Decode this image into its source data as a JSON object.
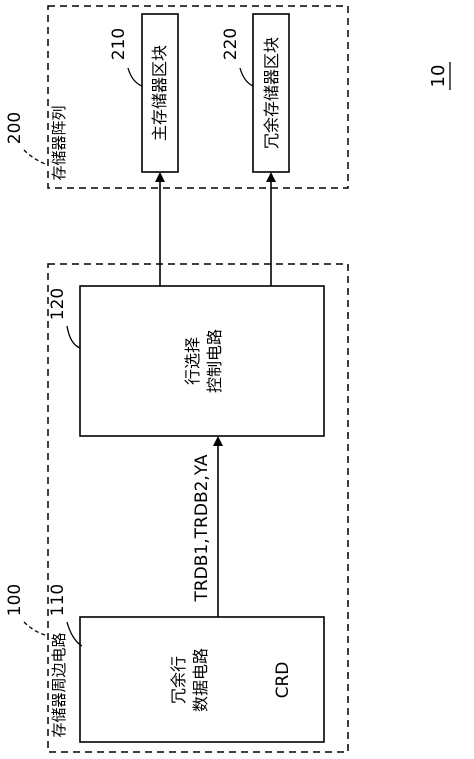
{
  "figure_number": "10",
  "peripheral_circuit": {
    "ref": "100",
    "label": "存储器周边电路"
  },
  "redundant_row_data_circuit": {
    "ref": "110",
    "line1": "冗余行",
    "line2": "数据电路",
    "abbr": "CRD"
  },
  "row_select_control_circuit": {
    "ref": "120",
    "line1": "行选择",
    "line2": "控制电路"
  },
  "signal_label": "TRDB1,TRDB2,YA",
  "memory_array": {
    "ref": "200",
    "label": "存储器阵列"
  },
  "main_memory_block": {
    "ref": "210",
    "label": "主存储器区块"
  },
  "redundant_memory_block": {
    "ref": "220",
    "label": "冗余存储器区块"
  },
  "colors": {
    "line": "#000000",
    "background": "#ffffff"
  }
}
